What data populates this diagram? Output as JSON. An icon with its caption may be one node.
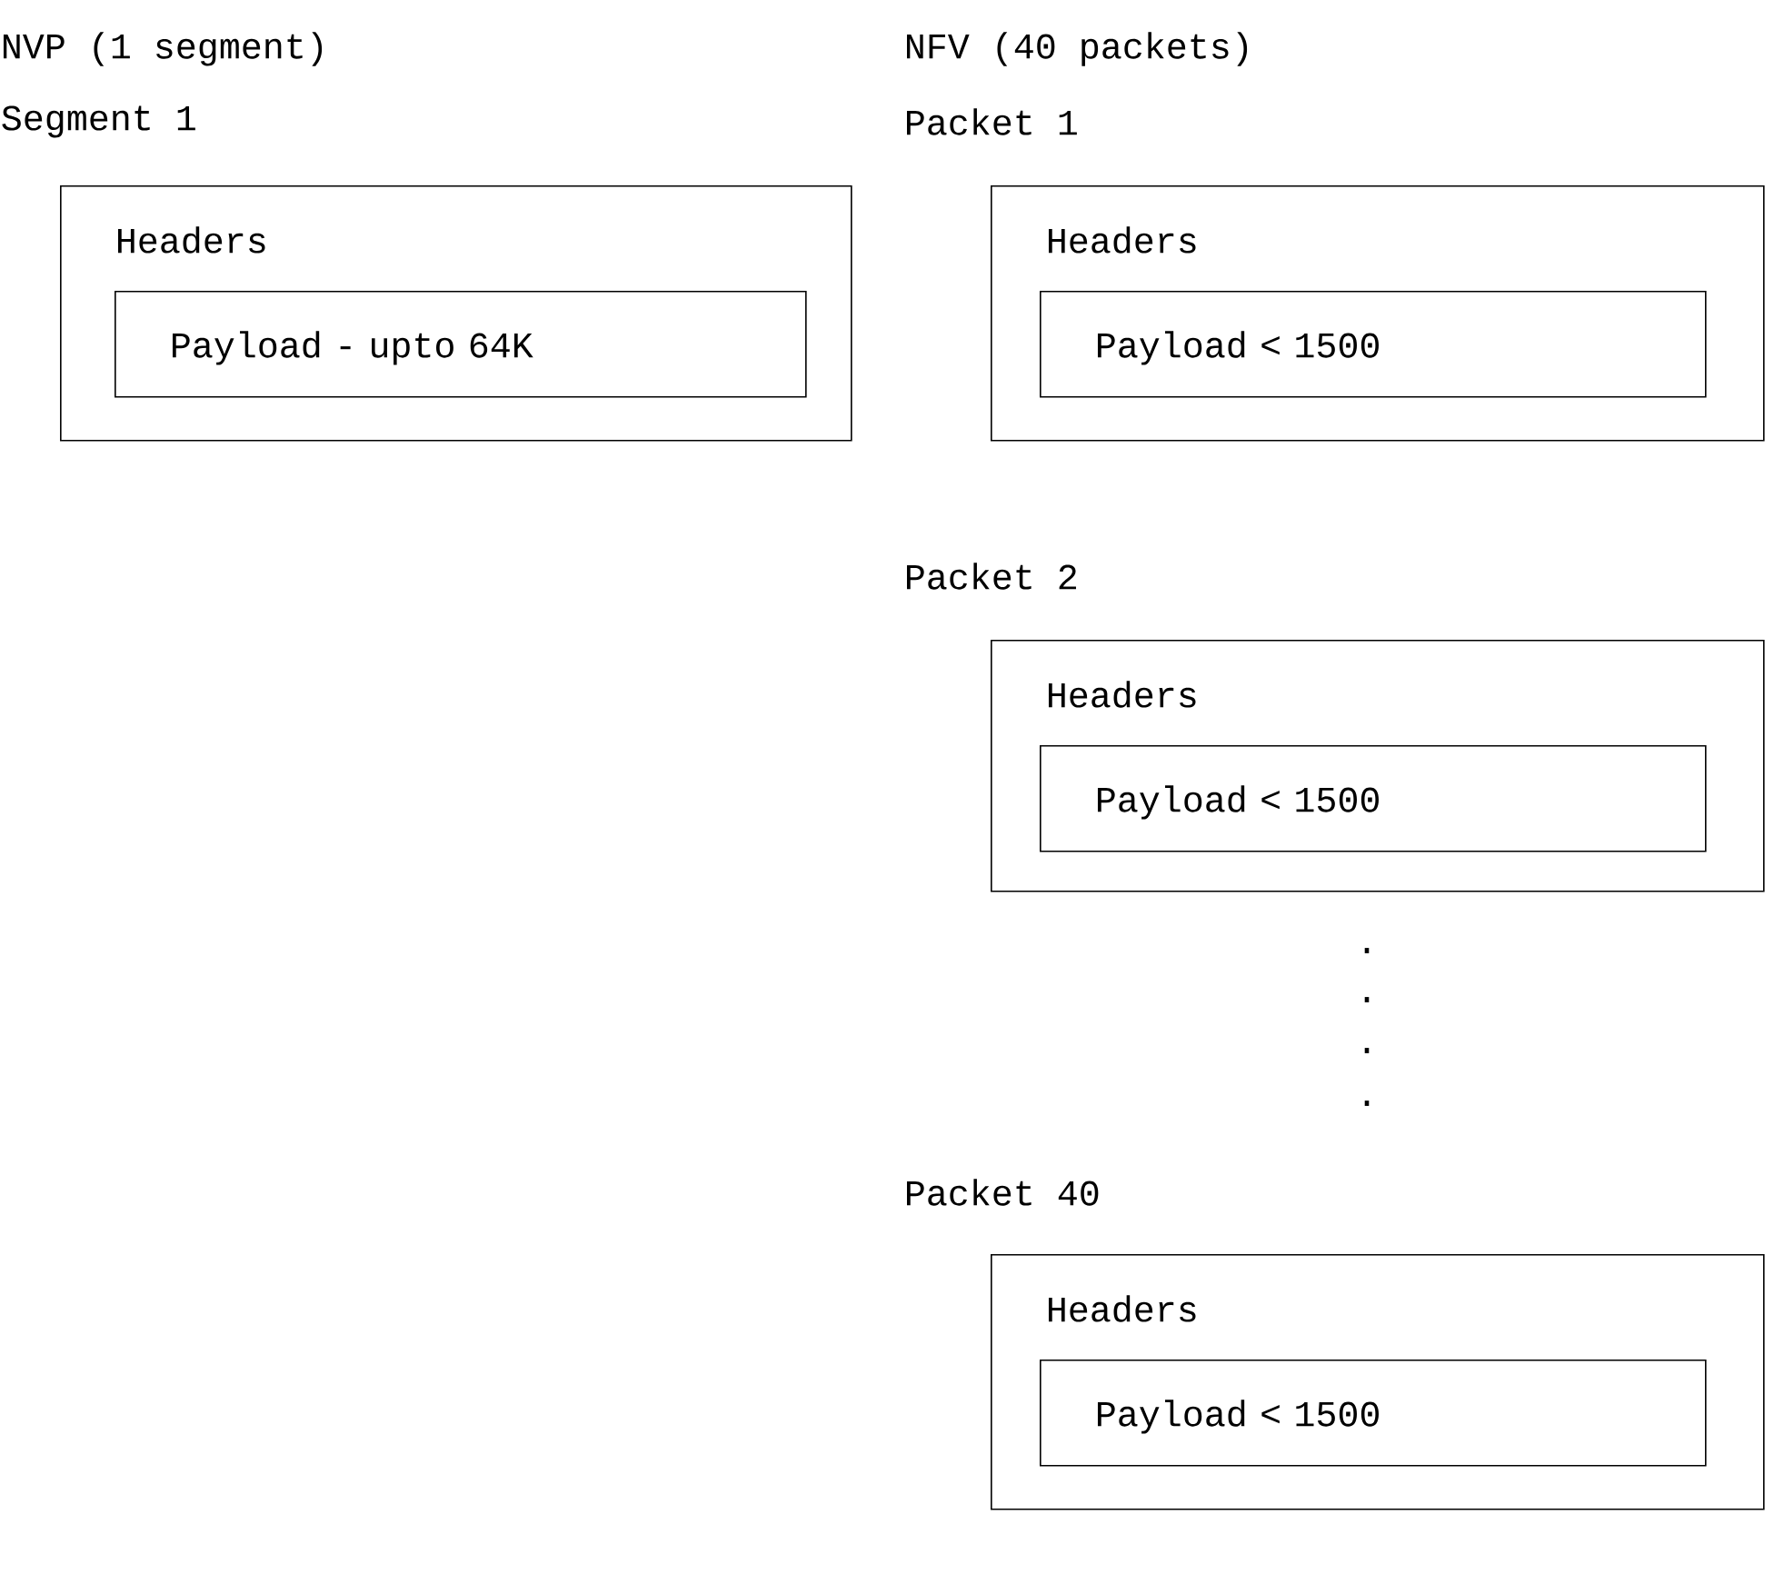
{
  "diagram": {
    "nodes": [
      {
        "text": [
          "Segment 1",
          "Headers"
        ]
      },
      {
        "text": [
          "Payload - upto 64K"
        ],
        "in": 0
      },
      {
        "text": [
          "Packet 1",
          "Headers"
        ]
      },
      {
        "text": [
          "Payload < 1500"
        ],
        "in": 2
      },
      {
        "text": [
          "Packet 2",
          "Headers"
        ]
      },
      {
        "text": [
          "Payload < 1500"
        ],
        "in": 4
      },
      {
        "text": [
          "Packet 40",
          "Headers"
        ]
      },
      {
        "text": [
          "Payload < 1500"
        ],
        "in": 6
      }
    ],
    "labels": [
      "NVP (1 segment)",
      "NFV (40 packets)",
      ".",
      ".",
      ".",
      "."
    ]
  }
}
